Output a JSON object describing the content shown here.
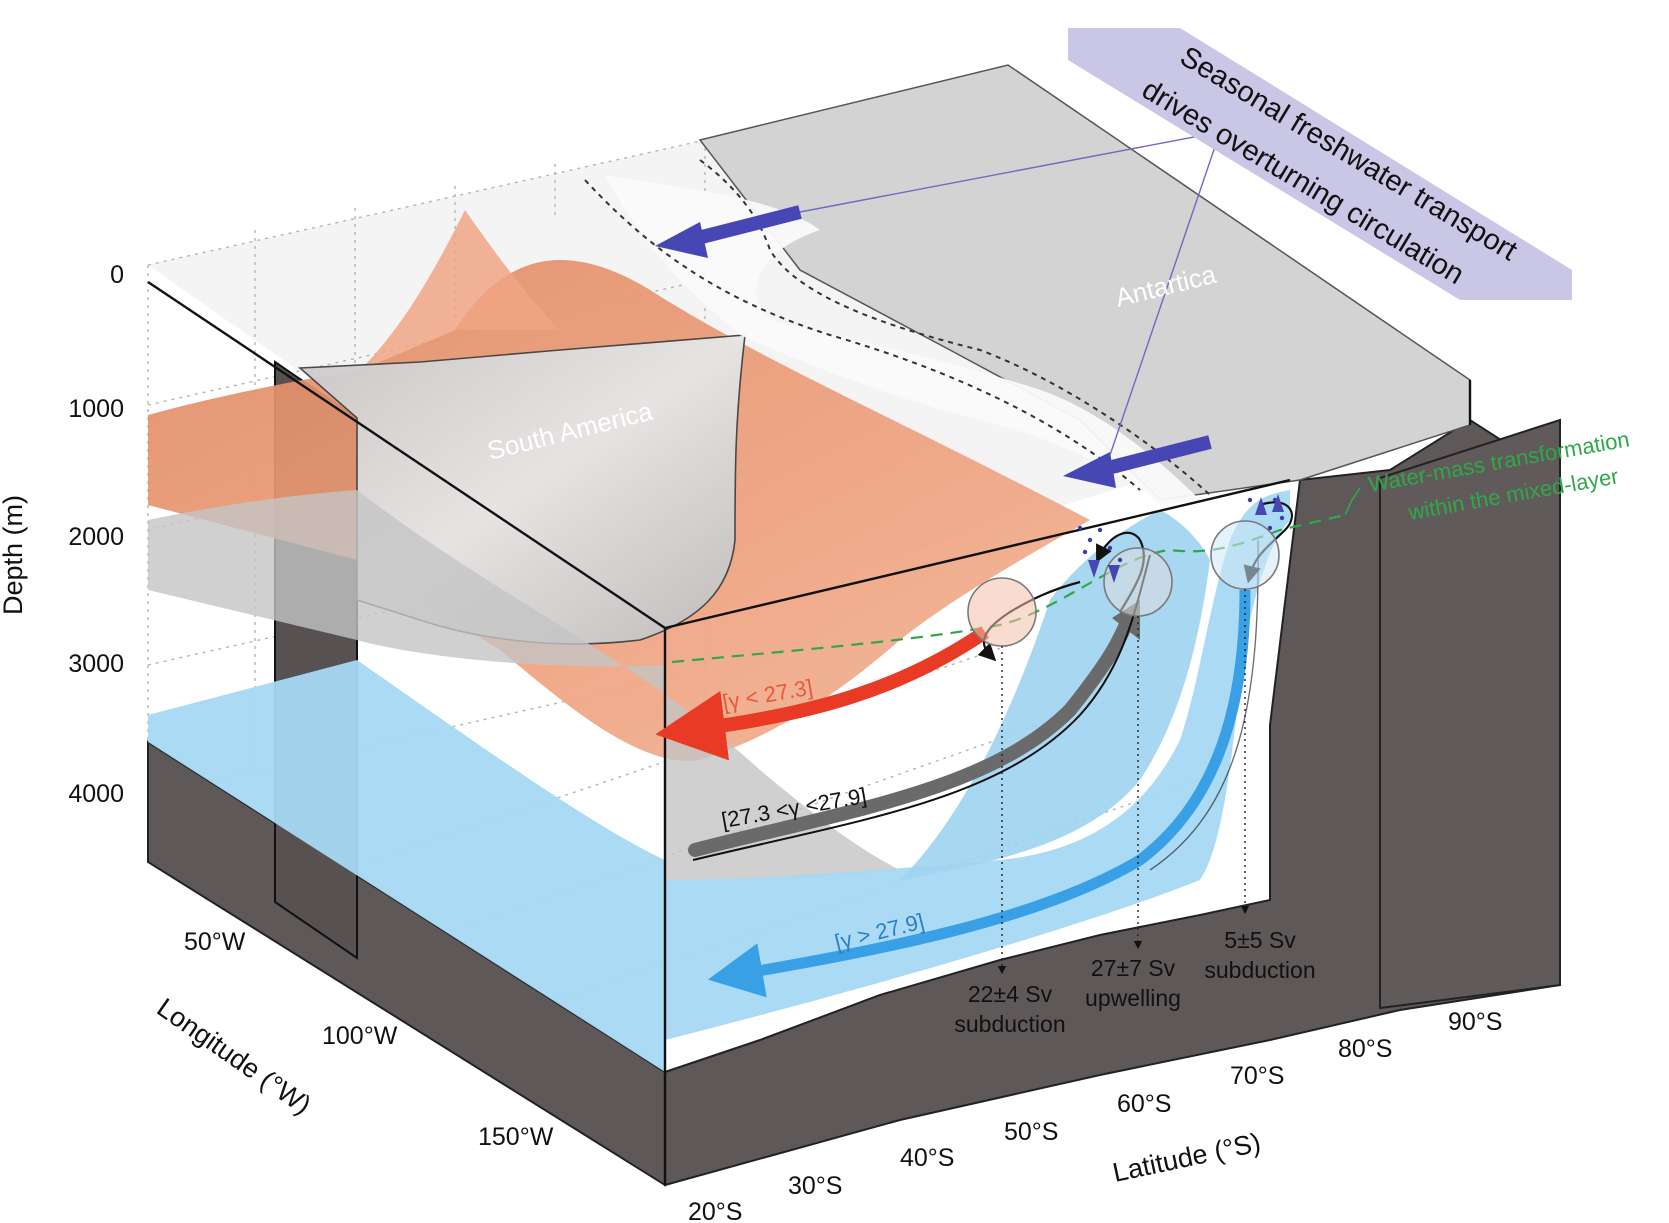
{
  "banner": {
    "line1": "Seasonal freshwater transport",
    "line2": "drives overturning circulation",
    "color": "#c9c6e6"
  },
  "regions": {
    "antarctica": "Antartica",
    "south_america": "South America"
  },
  "mixed_layer_note": {
    "line1": "Water-mass transformation",
    "line2": "within the mixed-layer",
    "color": "#2fa84a"
  },
  "depth_axis": {
    "title": "Depth (m)",
    "ticks": [
      "0",
      "1000",
      "2000",
      "3000",
      "4000"
    ]
  },
  "longitude_axis": {
    "title": "Longitude (°W)",
    "ticks": [
      "50°W",
      "100°W",
      "150°W"
    ]
  },
  "latitude_axis": {
    "title": "Latitude (°S)",
    "ticks": [
      "20°S",
      "30°S",
      "40°S",
      "50°S",
      "60°S",
      "70°S",
      "80°S",
      "90°S"
    ]
  },
  "density_layers": {
    "light": {
      "label": "[γ < 27.3]",
      "color": "#e85a3a"
    },
    "intermediate": {
      "label": "[27.3 <γ <27.9]",
      "color": "#6a6a6a"
    },
    "dense": {
      "label": "[γ > 27.9]",
      "color": "#3aa0e6"
    }
  },
  "fluxes": [
    {
      "line1": "22±4 Sv",
      "line2": "subduction"
    },
    {
      "line1": "27±7 Sv",
      "line2": "upwelling"
    },
    {
      "line1": "5±5 Sv",
      "line2": "subduction"
    }
  ],
  "colors": {
    "land": "#5e5858",
    "antarctic_surface": "#d3d3d3",
    "light_water": "#e99a75",
    "dense_water": "#a6d8f3",
    "freshwater_arrow": "#4646b4"
  }
}
